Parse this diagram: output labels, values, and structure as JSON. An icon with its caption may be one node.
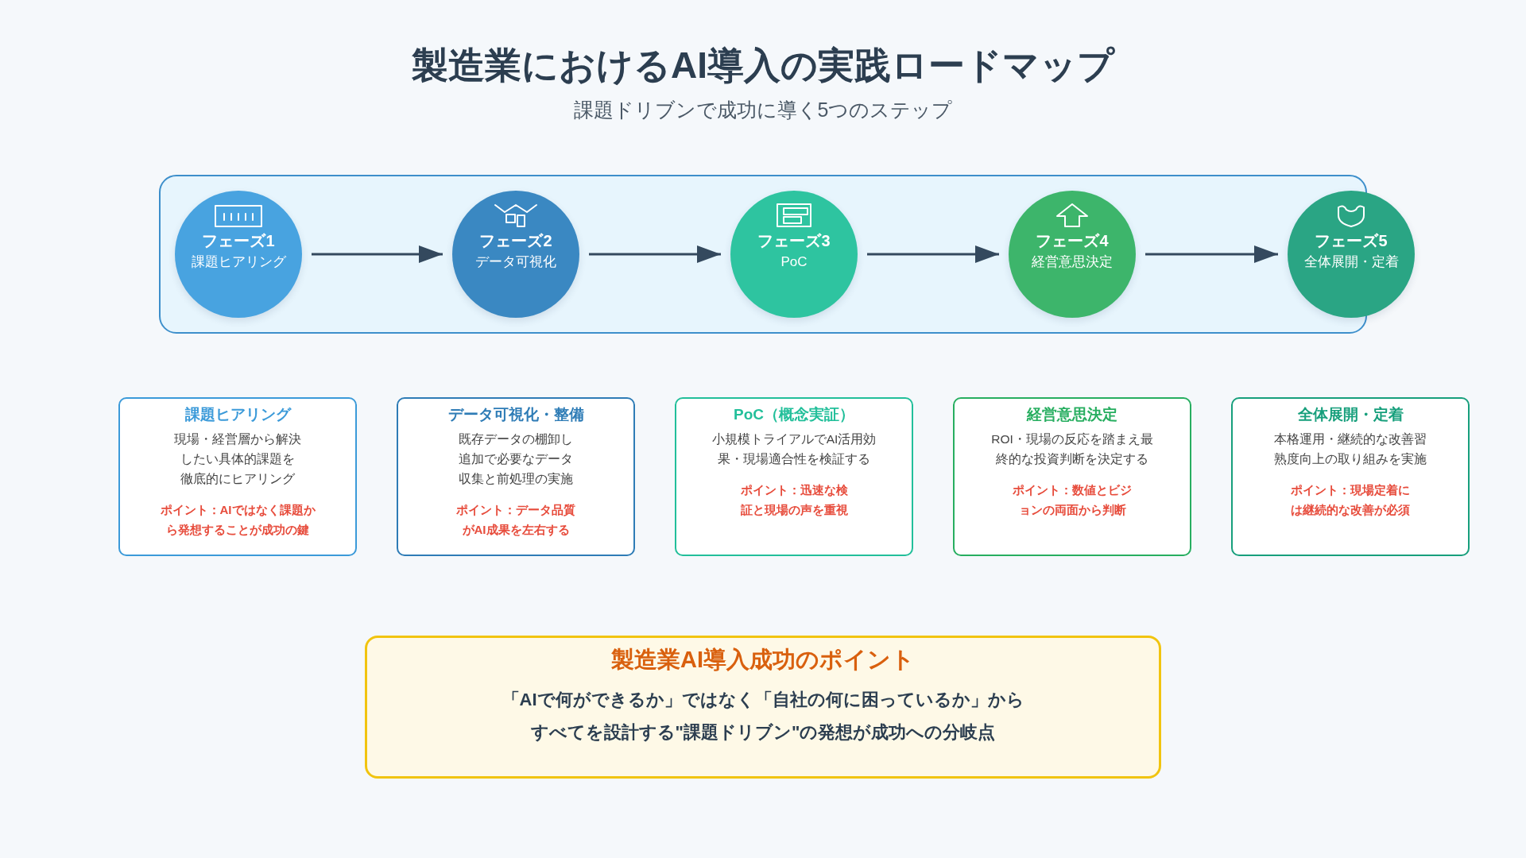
{
  "diagram": {
    "title": "製造業におけるAI導入の実践ロードマップ",
    "nodes": [
      {
        "text": [
          "フェーズ1",
          "課題ヒアリング"
        ]
      },
      {
        "text": [
          "フェーズ2",
          "データ可視化"
        ]
      },
      {
        "text": [
          "フェーズ3",
          "PoC"
        ]
      },
      {
        "text": [
          "フェーズ4",
          "経営意思決定"
        ]
      },
      {
        "text": [
          "フェーズ5",
          "全体展開・定着"
        ]
      },
      {
        "text": [
          "課題ヒアリング",
          "現場・経営層から解決したい具体的課題を徹底的にヒアリング",
          "ポイント：AIではなく課題から発想することが成功の鍵"
        ]
      },
      {
        "text": [
          "データ可視化・整備",
          "既存データの棚卸し追加で必要なデータ収集と前処理の実施",
          "ポイント：データ品質がAI成果を左右する"
        ]
      },
      {
        "text": [
          "PoC（概念実証）",
          "小規模トライアルでAI活用効果・現場適合性を検証する",
          "ポイント：迅速な検証と現場の声を重視"
        ]
      },
      {
        "text": [
          "経営意思決定",
          "ROI・現場の反応を踏まえ最終的な投資判断を決定する",
          "ポイント：数値とビジョンの両面から判断"
        ]
      },
      {
        "text": [
          "全体展開・定着",
          "本格運用・継続的な改善習熟度向上の取り組みを実施",
          "ポイント：現場定着には継続的な改善が必須"
        ]
      },
      {
        "text": [
          "製造業AI導入成功のポイント",
          "「AIで何ができるか」ではなく「自社の何に困っているか」からすべてを設計する\"課題ドリブン\"の発想が成功への分岐点"
        ]
      }
    ],
    "edges": [
      {
        "from": 0,
        "to": 1,
        "arrow": "to"
      },
      {
        "from": 1,
        "to": 2,
        "arrow": "to"
      },
      {
        "from": 2,
        "to": 3,
        "arrow": "to"
      },
      {
        "from": 3,
        "to": 4,
        "arrow": "to"
      }
    ],
    "labels": [
      "課題ドリブンで成功に導く5つのステップ"
    ]
  }
}
